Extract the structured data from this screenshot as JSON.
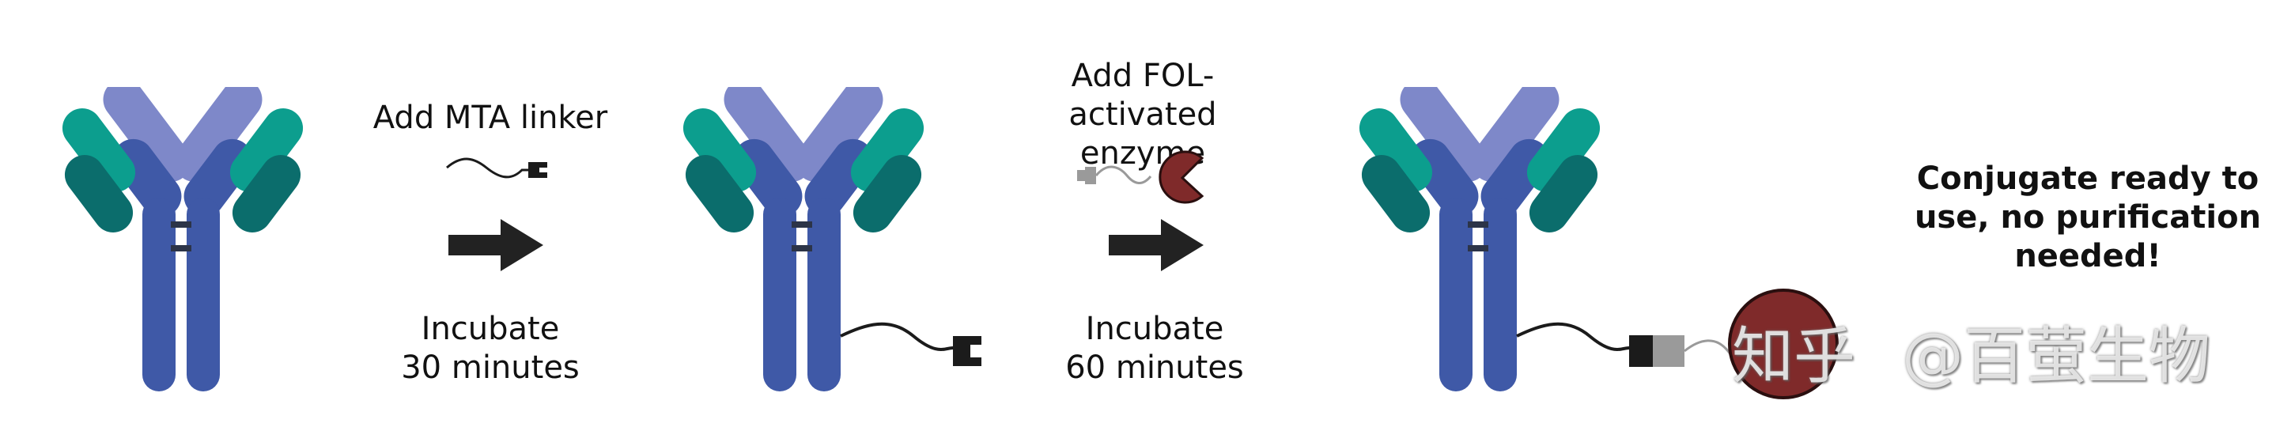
{
  "steps": [
    {
      "reagent": "Add MTA linker",
      "incubation": [
        "Incubate",
        "30 minutes"
      ]
    },
    {
      "reagent": [
        "Add FOL-activated",
        "enzyme"
      ],
      "incubation": [
        "Incubate",
        "60 minutes"
      ]
    }
  ],
  "final": [
    "Conjugate ready to",
    "use, no purification",
    "needed!"
  ],
  "watermark": {
    "logo_char": "知",
    "logo_char2": "乎",
    "text": "@百萤生物"
  },
  "colors": {
    "heavy_chain": "#3f59a7",
    "heavy_light": "#7e88c9",
    "light_chain": "#0c9e8e",
    "light_dark": "#0b6d6c",
    "enzyme": "#7f2a2a",
    "linker_cap": "#1b1b1b",
    "arrow": "#222222"
  }
}
